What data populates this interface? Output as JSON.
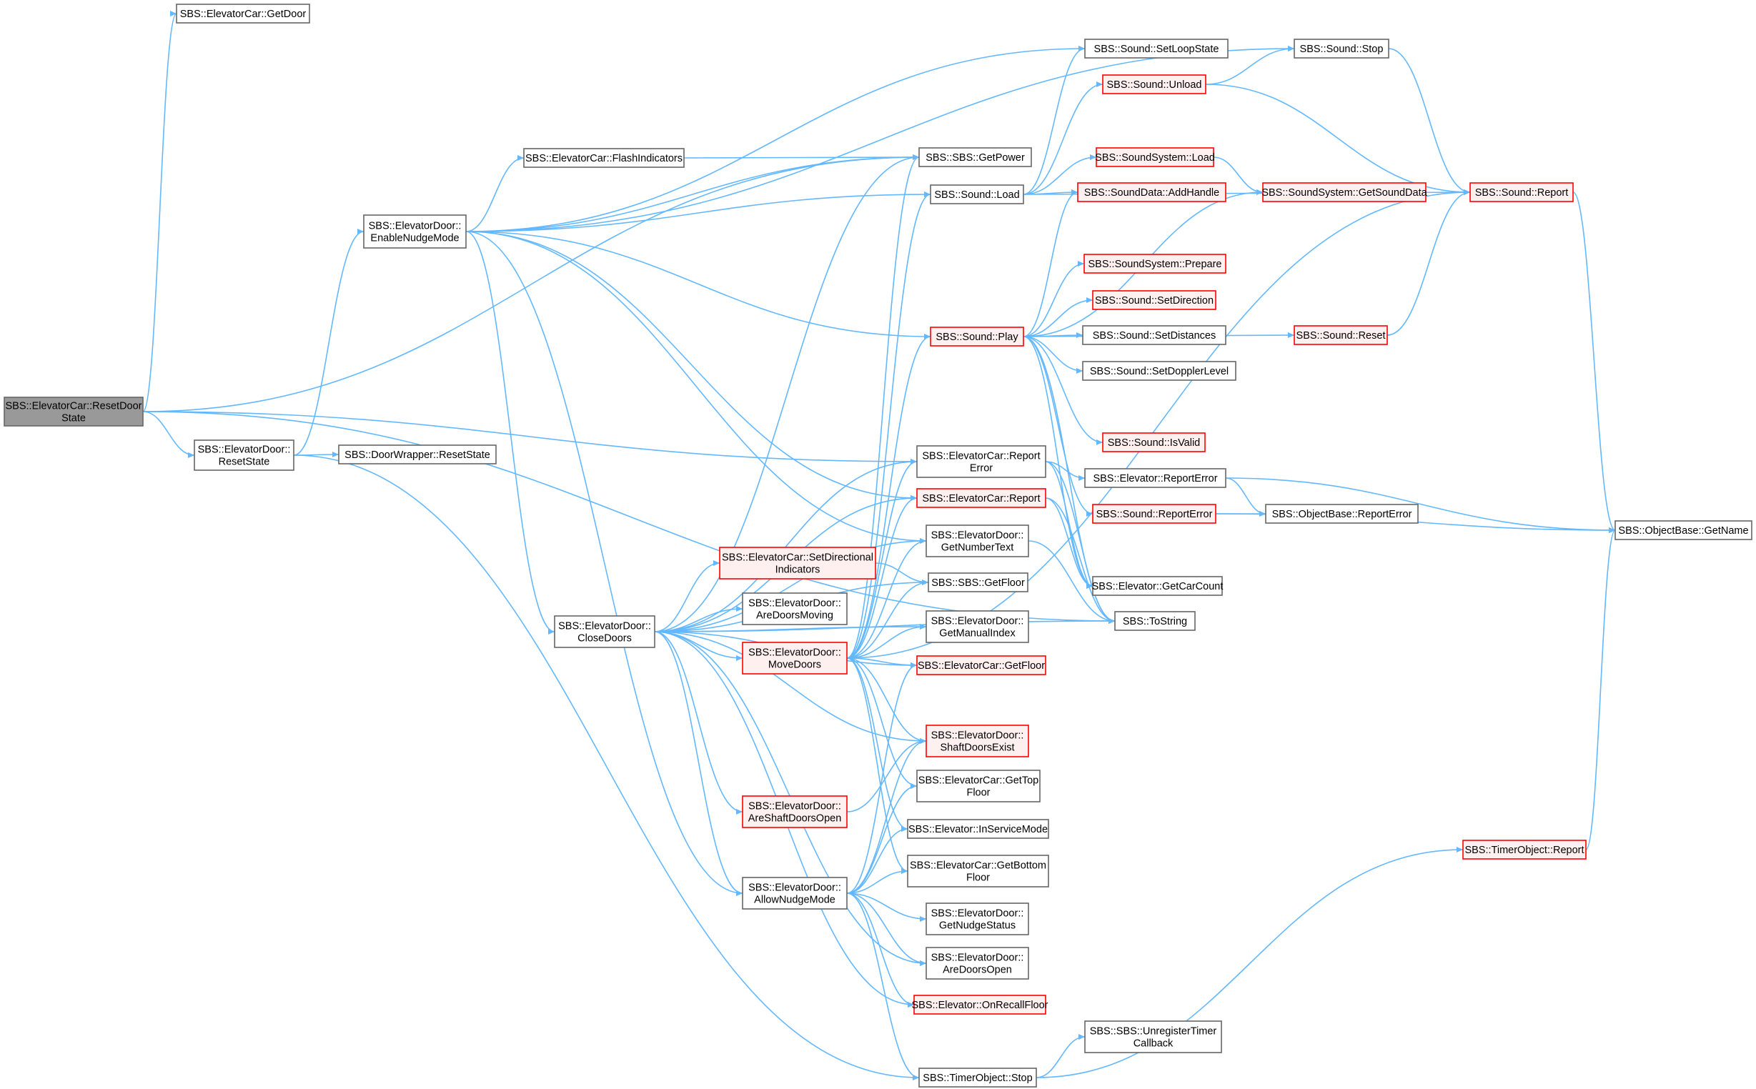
{
  "title": "",
  "colors": {
    "edge": "#63b8ff",
    "node_fill": "#ffffff",
    "node_border": "#666666",
    "root_fill": "#999999",
    "root_border": "#666666",
    "red_fill": "#fff0f0",
    "red_border": "#ff0000"
  },
  "nodes": [
    {
      "id": "root",
      "style": "root",
      "lines": [
        "SBS::ElevatorCar::ResetDoor",
        "State"
      ]
    },
    {
      "id": "getdoor",
      "style": "normal",
      "lines": [
        "SBS::ElevatorCar::GetDoor"
      ]
    },
    {
      "id": "enablenudge",
      "style": "normal",
      "lines": [
        "SBS::ElevatorDoor::",
        "EnableNudgeMode"
      ]
    },
    {
      "id": "ed_resetstate",
      "style": "normal",
      "lines": [
        "SBS::ElevatorDoor::",
        "ResetState"
      ]
    },
    {
      "id": "dw_resetstate",
      "style": "normal",
      "lines": [
        "SBS::DoorWrapper::ResetState"
      ]
    },
    {
      "id": "flash",
      "style": "normal",
      "lines": [
        "SBS::ElevatorCar::FlashIndicators"
      ]
    },
    {
      "id": "closedoors",
      "style": "normal",
      "lines": [
        "SBS::ElevatorDoor::",
        "CloseDoors"
      ]
    },
    {
      "id": "setdir",
      "style": "red",
      "lines": [
        "SBS::ElevatorCar::SetDirectional",
        "Indicators"
      ]
    },
    {
      "id": "aredoorsmoving",
      "style": "normal",
      "lines": [
        "SBS::ElevatorDoor::",
        "AreDoorsMoving"
      ]
    },
    {
      "id": "movedoors",
      "style": "red",
      "lines": [
        "SBS::ElevatorDoor::",
        "MoveDoors"
      ]
    },
    {
      "id": "areshaft",
      "style": "red",
      "lines": [
        "SBS::ElevatorDoor::",
        "AreShaftDoorsOpen"
      ]
    },
    {
      "id": "allownudge",
      "style": "normal",
      "lines": [
        "SBS::ElevatorDoor::",
        "AllowNudgeMode"
      ]
    },
    {
      "id": "getpower",
      "style": "normal",
      "lines": [
        "SBS::SBS::GetPower"
      ]
    },
    {
      "id": "soundload",
      "style": "normal",
      "lines": [
        "SBS::Sound::Load"
      ]
    },
    {
      "id": "soundplay",
      "style": "red",
      "lines": [
        "SBS::Sound::Play"
      ]
    },
    {
      "id": "reporterror_car",
      "style": "normal",
      "lines": [
        "SBS::ElevatorCar::Report",
        "Error"
      ]
    },
    {
      "id": "report_car",
      "style": "red",
      "lines": [
        "SBS::ElevatorCar::Report"
      ]
    },
    {
      "id": "getnumbertext",
      "style": "normal",
      "lines": [
        "SBS::ElevatorDoor::",
        "GetNumberText"
      ]
    },
    {
      "id": "sbs_getfloor",
      "style": "normal",
      "lines": [
        "SBS::SBS::GetFloor"
      ]
    },
    {
      "id": "getmanualindex",
      "style": "normal",
      "lines": [
        "SBS::ElevatorDoor::",
        "GetManualIndex"
      ]
    },
    {
      "id": "car_getfloor",
      "style": "red",
      "lines": [
        "SBS::ElevatorCar::GetFloor"
      ]
    },
    {
      "id": "shaftexist",
      "style": "red",
      "lines": [
        "SBS::ElevatorDoor::",
        "ShaftDoorsExist"
      ]
    },
    {
      "id": "gettopfloor",
      "style": "normal",
      "lines": [
        "SBS::ElevatorCar::GetTop",
        "Floor"
      ]
    },
    {
      "id": "inservice",
      "style": "normal",
      "lines": [
        "SBS::Elevator::InServiceMode"
      ]
    },
    {
      "id": "getbottom",
      "style": "normal",
      "lines": [
        "SBS::ElevatorCar::GetBottom",
        "Floor"
      ]
    },
    {
      "id": "getnudgestatus",
      "style": "normal",
      "lines": [
        "SBS::ElevatorDoor::",
        "GetNudgeStatus"
      ]
    },
    {
      "id": "aredoorsopen",
      "style": "normal",
      "lines": [
        "SBS::ElevatorDoor::",
        "AreDoorsOpen"
      ]
    },
    {
      "id": "onrecall",
      "style": "red",
      "lines": [
        "SBS::Elevator::OnRecallFloor"
      ]
    },
    {
      "id": "timerstop",
      "style": "normal",
      "lines": [
        "SBS::TimerObject::Stop"
      ]
    },
    {
      "id": "setloop",
      "style": "normal",
      "lines": [
        "SBS::Sound::SetLoopState"
      ]
    },
    {
      "id": "unload",
      "style": "red",
      "lines": [
        "SBS::Sound::Unload"
      ]
    },
    {
      "id": "ss_load",
      "style": "red",
      "lines": [
        "SBS::SoundSystem::Load"
      ]
    },
    {
      "id": "addhandle",
      "style": "red",
      "lines": [
        "SBS::SoundData::AddHandle"
      ]
    },
    {
      "id": "prepare",
      "style": "red",
      "lines": [
        "SBS::SoundSystem::Prepare"
      ]
    },
    {
      "id": "setdirection",
      "style": "red",
      "lines": [
        "SBS::Sound::SetDirection"
      ]
    },
    {
      "id": "setdistances",
      "style": "normal",
      "lines": [
        "SBS::Sound::SetDistances"
      ]
    },
    {
      "id": "setdoppler",
      "style": "normal",
      "lines": [
        "SBS::Sound::SetDopplerLevel"
      ]
    },
    {
      "id": "isvalid",
      "style": "red",
      "lines": [
        "SBS::Sound::IsValid"
      ]
    },
    {
      "id": "elev_reporterror",
      "style": "normal",
      "lines": [
        "SBS::Elevator::ReportError"
      ]
    },
    {
      "id": "sound_reporterror",
      "style": "red",
      "lines": [
        "SBS::Sound::ReportError"
      ]
    },
    {
      "id": "getcarcount",
      "style": "normal",
      "lines": [
        "SBS::Elevator::GetCarCount"
      ]
    },
    {
      "id": "tostring",
      "style": "normal",
      "lines": [
        "SBS::ToString"
      ]
    },
    {
      "id": "unregister",
      "style": "normal",
      "lines": [
        "SBS::SBS::UnregisterTimer",
        "Callback"
      ]
    },
    {
      "id": "soundstop",
      "style": "normal",
      "lines": [
        "SBS::Sound::Stop"
      ]
    },
    {
      "id": "getsounddata",
      "style": "red",
      "lines": [
        "SBS::SoundSystem::GetSoundData"
      ]
    },
    {
      "id": "soundreset",
      "style": "red",
      "lines": [
        "SBS::Sound::Reset"
      ]
    },
    {
      "id": "ob_reporterror",
      "style": "normal",
      "lines": [
        "SBS::ObjectBase::ReportError"
      ]
    },
    {
      "id": "soundreport",
      "style": "red",
      "lines": [
        "SBS::Sound::Report"
      ]
    },
    {
      "id": "timerreport",
      "style": "red",
      "lines": [
        "SBS::TimerObject::Report"
      ]
    },
    {
      "id": "getname",
      "style": "normal",
      "lines": [
        "SBS::ObjectBase::GetName"
      ]
    }
  ],
  "edges": [
    [
      "root",
      "getdoor"
    ],
    [
      "root",
      "getpower"
    ],
    [
      "root",
      "ed_resetstate"
    ],
    [
      "root",
      "reporterror_car"
    ],
    [
      "root",
      "tostring"
    ],
    [
      "ed_resetstate",
      "enablenudge"
    ],
    [
      "ed_resetstate",
      "dw_resetstate"
    ],
    [
      "ed_resetstate",
      "timerstop"
    ],
    [
      "enablenudge",
      "flash"
    ],
    [
      "enablenudge",
      "getpower"
    ],
    [
      "enablenudge",
      "soundload"
    ],
    [
      "enablenudge",
      "soundplay"
    ],
    [
      "enablenudge",
      "setloop"
    ],
    [
      "enablenudge",
      "soundstop"
    ],
    [
      "enablenudge",
      "closedoors"
    ],
    [
      "enablenudge",
      "allownudge"
    ],
    [
      "enablenudge",
      "report_car"
    ],
    [
      "enablenudge",
      "getnumbertext"
    ],
    [
      "flash",
      "getpower"
    ],
    [
      "closedoors",
      "setdir"
    ],
    [
      "closedoors",
      "aredoorsmoving"
    ],
    [
      "closedoors",
      "movedoors"
    ],
    [
      "closedoors",
      "areshaft"
    ],
    [
      "closedoors",
      "allownudge"
    ],
    [
      "closedoors",
      "getpower"
    ],
    [
      "closedoors",
      "reporterror_car"
    ],
    [
      "closedoors",
      "report_car"
    ],
    [
      "closedoors",
      "getnumbertext"
    ],
    [
      "closedoors",
      "sbs_getfloor"
    ],
    [
      "closedoors",
      "car_getfloor"
    ],
    [
      "closedoors",
      "shaftexist"
    ],
    [
      "closedoors",
      "aredoorsopen"
    ],
    [
      "closedoors",
      "onrecall"
    ],
    [
      "closedoors",
      "tostring"
    ],
    [
      "closedoors",
      "getmanualindex"
    ],
    [
      "setdir",
      "sbs_getfloor"
    ],
    [
      "movedoors",
      "getpower"
    ],
    [
      "movedoors",
      "soundload"
    ],
    [
      "movedoors",
      "soundplay"
    ],
    [
      "movedoors",
      "reporterror_car"
    ],
    [
      "movedoors",
      "report_car"
    ],
    [
      "movedoors",
      "getnumbertext"
    ],
    [
      "movedoors",
      "sbs_getfloor"
    ],
    [
      "movedoors",
      "getmanualindex"
    ],
    [
      "movedoors",
      "car_getfloor"
    ],
    [
      "movedoors",
      "shaftexist"
    ],
    [
      "movedoors",
      "gettopfloor"
    ],
    [
      "movedoors",
      "inservice"
    ],
    [
      "movedoors",
      "getbottom"
    ],
    [
      "movedoors",
      "soundreport"
    ],
    [
      "areshaft",
      "shaftexist"
    ],
    [
      "allownudge",
      "shaftexist"
    ],
    [
      "allownudge",
      "gettopfloor"
    ],
    [
      "allownudge",
      "inservice"
    ],
    [
      "allownudge",
      "getbottom"
    ],
    [
      "allownudge",
      "getnudgestatus"
    ],
    [
      "allownudge",
      "aredoorsopen"
    ],
    [
      "allownudge",
      "onrecall"
    ],
    [
      "allownudge",
      "timerstop"
    ],
    [
      "allownudge",
      "car_getfloor"
    ],
    [
      "soundload",
      "unload"
    ],
    [
      "soundload",
      "ss_load"
    ],
    [
      "soundload",
      "addhandle"
    ],
    [
      "soundload",
      "setloop"
    ],
    [
      "soundload",
      "soundreport"
    ],
    [
      "soundplay",
      "getsounddata"
    ],
    [
      "soundplay",
      "prepare"
    ],
    [
      "soundplay",
      "setdirection"
    ],
    [
      "soundplay",
      "setdistances"
    ],
    [
      "soundplay",
      "setdoppler"
    ],
    [
      "soundplay",
      "soundreset"
    ],
    [
      "soundplay",
      "isvalid"
    ],
    [
      "soundplay",
      "sound_reporterror"
    ],
    [
      "soundplay",
      "addhandle"
    ],
    [
      "soundplay",
      "getcarcount"
    ],
    [
      "soundplay",
      "tostring"
    ],
    [
      "unload",
      "soundstop"
    ],
    [
      "unload",
      "soundreport"
    ],
    [
      "ss_load",
      "getsounddata"
    ],
    [
      "reporterror_car",
      "elev_reporterror"
    ],
    [
      "reporterror_car",
      "getcarcount"
    ],
    [
      "reporterror_car",
      "tostring"
    ],
    [
      "report_car",
      "getcarcount"
    ],
    [
      "report_car",
      "tostring"
    ],
    [
      "getnumbertext",
      "tostring"
    ],
    [
      "elev_reporterror",
      "ob_reporterror"
    ],
    [
      "elev_reporterror",
      "getname"
    ],
    [
      "sound_reporterror",
      "ob_reporterror"
    ],
    [
      "sound_reporterror",
      "getname"
    ],
    [
      "soundstop",
      "soundreport"
    ],
    [
      "soundreset",
      "soundreport"
    ],
    [
      "soundreport",
      "getname"
    ],
    [
      "timerstop",
      "unregister"
    ],
    [
      "timerstop",
      "timerreport"
    ],
    [
      "timerreport",
      "getname"
    ]
  ]
}
